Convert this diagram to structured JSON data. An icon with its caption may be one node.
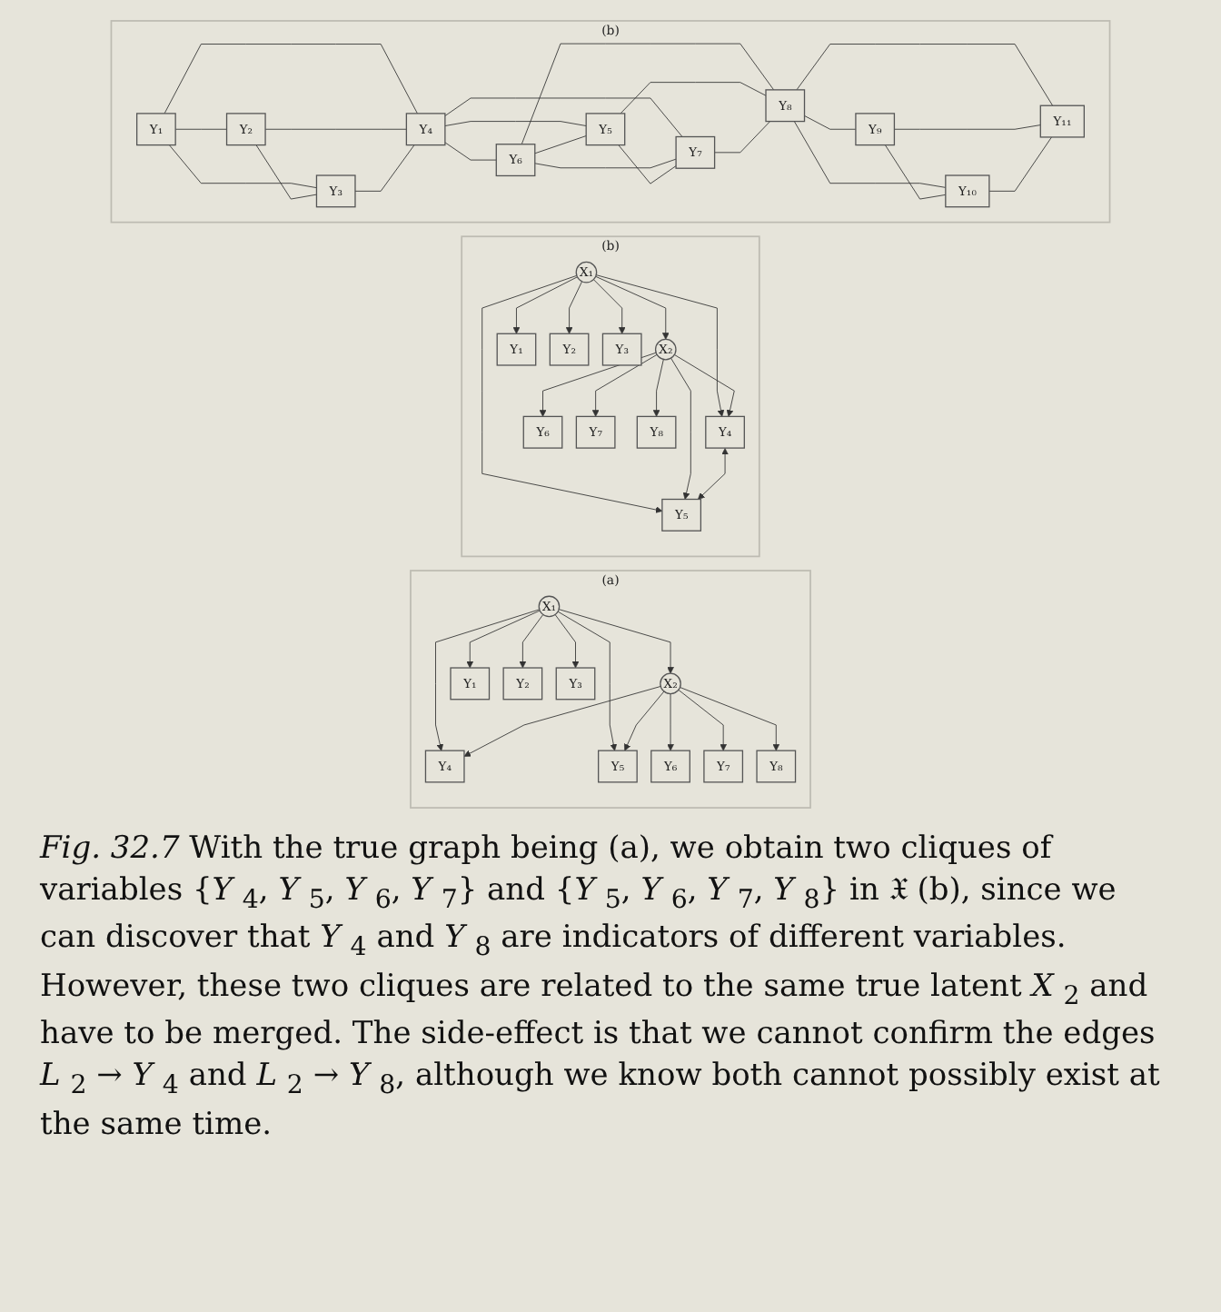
{
  "diagram": {
    "caption": "*Fig. 32.7*  With the true graph being (a), we obtain two cliques of variables {*Y* $_{4}$, *Y* $_{5}$, *Y* $_{6}$, *Y* $_{7}$} and {*Y* $_{5}$, *Y* $_{6}$, *Y* $_{7}$, *Y* $_{8}$} in 𝔛 (b), since we can discover that *Y* $_{4}$ and *Y* $_{8}$ are indicators of different variables. However, these two cliques are related to the same true latent *X* $_{2}$ and have to be merged. The side-effect is that we cannot confirm the edges *L* $_{2}$ → *Y* $_{4}$ and *L* $_{2}$ → *Y* $_{8}$, although we know both cannot possibly exist at the same time.",
    "nodes": [
      {
        "text": [
          "(a)"
        ]
      },
      {
        "text": [
          "X₁"
        ],
        "in": 0
      },
      {
        "text": [
          "X₂"
        ],
        "in": 0
      },
      {
        "text": [
          "Y₁"
        ],
        "in": 0
      },
      {
        "text": [
          "Y₂"
        ],
        "in": 0
      },
      {
        "text": [
          "Y₃"
        ],
        "in": 0
      },
      {
        "text": [
          "Y₄"
        ],
        "in": 0
      },
      {
        "text": [
          "Y₅"
        ],
        "in": 0
      },
      {
        "text": [
          "Y₆"
        ],
        "in": 0
      },
      {
        "text": [
          "Y₇"
        ],
        "in": 0
      },
      {
        "text": [
          "Y₈"
        ],
        "in": 0
      },
      {
        "text": [
          "(b)"
        ]
      },
      {
        "text": [
          "X₁"
        ],
        "in": 11
      },
      {
        "text": [
          "X₂"
        ],
        "in": 11
      },
      {
        "text": [
          "Y₁"
        ],
        "in": 11
      },
      {
        "text": [
          "Y₂"
        ],
        "in": 11
      },
      {
        "text": [
          "Y₃"
        ],
        "in": 11
      },
      {
        "text": [
          "Y₄"
        ],
        "in": 11
      },
      {
        "text": [
          "Y₅"
        ],
        "in": 11
      },
      {
        "text": [
          "Y₆"
        ],
        "in": 11
      },
      {
        "text": [
          "Y₇"
        ],
        "in": 11
      },
      {
        "text": [
          "Y₈"
        ],
        "in": 11
      },
      {
        "text": [
          "(b)"
        ]
      },
      {
        "text": [
          "Y₁"
        ],
        "in": 22
      },
      {
        "text": [
          "Y₂"
        ],
        "in": 22
      },
      {
        "text": [
          "Y₃"
        ],
        "in": 22
      },
      {
        "text": [
          "Y₄"
        ],
        "in": 22
      },
      {
        "text": [
          "Y₅"
        ],
        "in": 22
      },
      {
        "text": [
          "Y₆"
        ],
        "in": 22
      },
      {
        "text": [
          "Y₇"
        ],
        "in": 22
      },
      {
        "text": [
          "Y₈"
        ],
        "in": 22
      },
      {
        "text": [
          "Y₉"
        ],
        "in": 22
      },
      {
        "text": [
          "Y₁₀"
        ],
        "in": 22
      },
      {
        "text": [
          "Y₁₁"
        ],
        "in": 22
      }
    ],
    "edges": [
      {
        "from": 1,
        "to": 2,
        "arrow": "to"
      },
      {
        "from": 1,
        "to": 3,
        "arrow": "to"
      },
      {
        "from": 1,
        "to": 4,
        "arrow": "to"
      },
      {
        "from": 1,
        "to": 5,
        "arrow": "to"
      },
      {
        "from": 1,
        "to": 6,
        "arrow": "to"
      },
      {
        "from": 1,
        "to": 7,
        "arrow": "to"
      },
      {
        "from": 2,
        "to": 6,
        "arrow": "to"
      },
      {
        "from": 2,
        "to": 7,
        "arrow": "to"
      },
      {
        "from": 2,
        "to": 8,
        "arrow": "to"
      },
      {
        "from": 2,
        "to": 9,
        "arrow": "to"
      },
      {
        "from": 2,
        "to": 10,
        "arrow": "to"
      },
      {
        "from": 12,
        "to": 13,
        "arrow": "to"
      },
      {
        "from": 12,
        "to": 14,
        "arrow": "to"
      },
      {
        "from": 12,
        "to": 15,
        "arrow": "to"
      },
      {
        "from": 12,
        "to": 16,
        "arrow": "to"
      },
      {
        "from": 12,
        "to": 17,
        "arrow": "to"
      },
      {
        "from": 12,
        "to": 18,
        "arrow": "to"
      },
      {
        "from": 13,
        "to": 17,
        "arrow": "to"
      },
      {
        "from": 13,
        "to": 18,
        "arrow": "to"
      },
      {
        "from": 13,
        "to": 19,
        "arrow": "to"
      },
      {
        "from": 13,
        "to": 20,
        "arrow": "to"
      },
      {
        "from": 13,
        "to": 21,
        "arrow": "to"
      },
      {
        "from": 17,
        "to": 18,
        "arrow": "both"
      },
      {
        "from": 23,
        "to": 24,
        "arrow": "none"
      },
      {
        "from": 23,
        "to": 25,
        "arrow": "none"
      },
      {
        "from": 23,
        "to": 26,
        "arrow": "none"
      },
      {
        "from": 24,
        "to": 25,
        "arrow": "none"
      },
      {
        "from": 24,
        "to": 26,
        "arrow": "none"
      },
      {
        "from": 25,
        "to": 26,
        "arrow": "none"
      },
      {
        "from": 26,
        "to": 28,
        "arrow": "none"
      },
      {
        "from": 26,
        "to": 27,
        "arrow": "none"
      },
      {
        "from": 26,
        "to": 29,
        "arrow": "none"
      },
      {
        "from": 28,
        "to": 27,
        "arrow": "none"
      },
      {
        "from": 28,
        "to": 29,
        "arrow": "none"
      },
      {
        "from": 28,
        "to": 30,
        "arrow": "none"
      },
      {
        "from": 27,
        "to": 29,
        "arrow": "none"
      },
      {
        "from": 27,
        "to": 30,
        "arrow": "none"
      },
      {
        "from": 29,
        "to": 30,
        "arrow": "none"
      },
      {
        "from": 30,
        "to": 31,
        "arrow": "none"
      },
      {
        "from": 30,
        "to": 32,
        "arrow": "none"
      },
      {
        "from": 30,
        "to": 33,
        "arrow": "none"
      },
      {
        "from": 31,
        "to": 32,
        "arrow": "none"
      },
      {
        "from": 31,
        "to": 33,
        "arrow": "none"
      },
      {
        "from": 32,
        "to": 33,
        "arrow": "none"
      }
    ]
  }
}
